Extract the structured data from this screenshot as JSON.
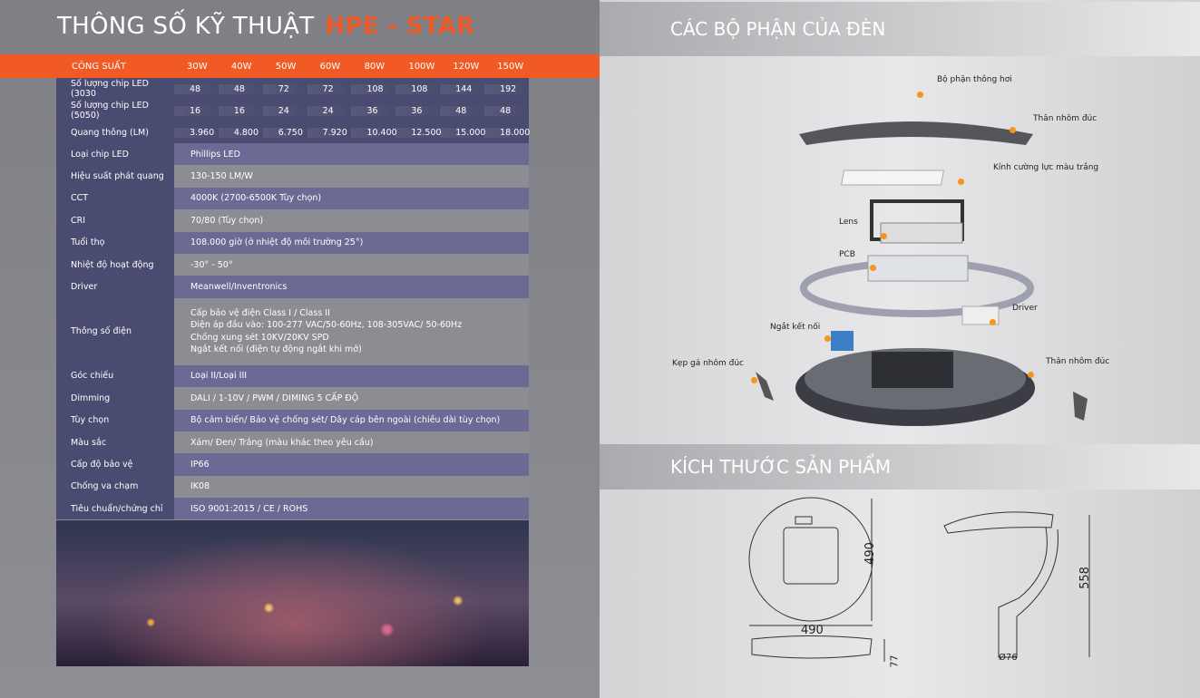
{
  "title": {
    "main": "THÔNG SỐ KỸ THUẬT",
    "brand": "HPE - STAR"
  },
  "power": {
    "label": "CÔNG SUẤT",
    "values": [
      "30W",
      "40W",
      "50W",
      "60W",
      "80W",
      "100W",
      "120W",
      "150W"
    ]
  },
  "per_power_rows": [
    {
      "label": "Số lượng chip LED (3030",
      "values": [
        "48",
        "48",
        "72",
        "72",
        "108",
        "108",
        "144",
        "192"
      ]
    },
    {
      "label": "Số lượng chip LED (5050)",
      "values": [
        "16",
        "16",
        "24",
        "24",
        "36",
        "36",
        "48",
        "48"
      ]
    },
    {
      "label": "Quang thông (LM)",
      "values": [
        "3.960",
        "4.800",
        "6.750",
        "7.920",
        "10.400",
        "12.500",
        "15.000",
        "18.000"
      ]
    }
  ],
  "specs": [
    {
      "label": "Loại chip LED",
      "value": "Phillips LED"
    },
    {
      "label": "Hiệu suất phát quang",
      "value": "130-150 LM/W"
    },
    {
      "label": "CCT",
      "value": "4000K (2700-6500K Tùy chọn)"
    },
    {
      "label": "CRI",
      "value": "70/80 (Tùy chọn)"
    },
    {
      "label": "Tuổi thọ",
      "value": "108.000 giờ (ở nhiệt độ môi trường 25°)"
    },
    {
      "label": "Nhiệt độ hoạt động",
      "value": "-30° - 50°"
    },
    {
      "label": "Driver",
      "value": "Meanwell/Inventronics"
    }
  ],
  "electrical": {
    "label": "Thông số điện",
    "lines": [
      "Cấp bảo vệ điện Class I / Class II",
      "Điện áp đầu vào: 100-277 VAC/50-60Hz, 108-305VAC/ 50-60Hz",
      "Chống xung sét 10KV/20KV SPD",
      "Ngắt kết nối (điện tự động ngắt khi mở)"
    ]
  },
  "specs2": [
    {
      "label": "Góc chiếu",
      "value": "Loại II/Loại III"
    },
    {
      "label": "Dimming",
      "value": "DALI / 1-10V / PWM / DIMING 5 CẤP ĐỘ"
    },
    {
      "label": "Tùy chọn",
      "value": "Bộ cảm biến/ Bảo vệ chống sét/ Dây cáp bên ngoài (chiều dài tùy chọn)"
    },
    {
      "label": "Màu sắc",
      "value": "Xám/ Đen/ Trắng (màu khác theo yêu cầu)"
    },
    {
      "label": "Cấp độ bảo vệ",
      "value": "IP66"
    },
    {
      "label": "Chống va chạm",
      "value": "IK08"
    },
    {
      "label": "Tiêu chuẩn/chứng chỉ",
      "value": "ISO 9001:2015 / CE / ROHS"
    }
  ],
  "parts": {
    "heading": "CÁC BỘ PHẬN CỦA ĐÈN",
    "labels": [
      "Bộ phận thông hơi",
      "Thân nhôm đúc",
      "Kính cường lực màu trắng",
      "Lens",
      "PCB",
      "Driver",
      "Ngắt kết nối",
      "Kẹp gá nhôm đúc",
      "Thân nhôm đúc"
    ]
  },
  "dimensions": {
    "heading": "KÍCH THƯỚC SẢN PHẨM",
    "values": [
      "490",
      "490",
      "77",
      "558",
      "Ø76"
    ]
  },
  "colors": {
    "accent": "#f15a24",
    "label_bg": "#4a4b70",
    "value_bg": "#6c6a95"
  }
}
